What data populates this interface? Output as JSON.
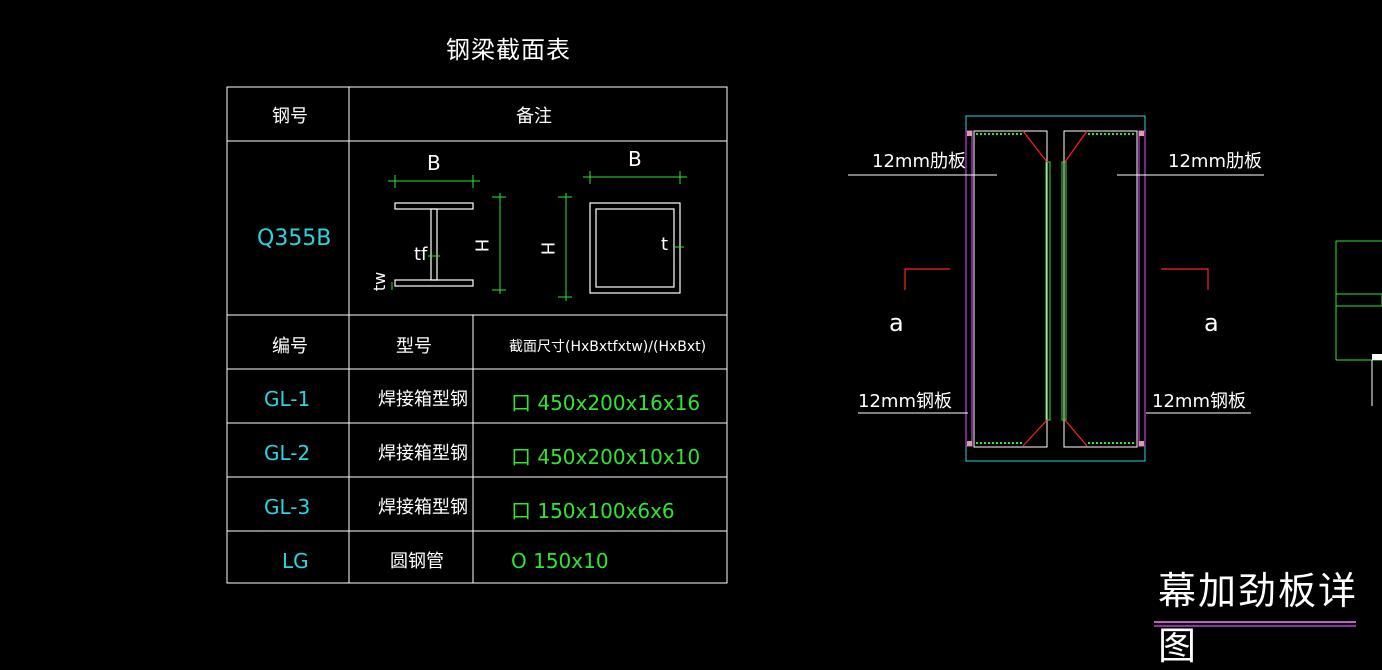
{
  "table": {
    "title": "钢梁截面表",
    "header": {
      "col_steel": "钢号",
      "col_note": "备注"
    },
    "steel_grade": "Q355B",
    "sketch_labels": {
      "B_left": "B",
      "B_right": "B",
      "H_left": "H",
      "H_right": "H",
      "tf": "tf",
      "tw": "tw",
      "t": "t"
    },
    "sub_header": {
      "col_no": "编号",
      "col_type": "型号",
      "col_size": "截面尺寸(HxBxtfxtw)/(HxBxt)"
    },
    "rows": [
      {
        "no": "GL-1",
        "type": "焊接箱型钢",
        "size": "口 450x200x16x16"
      },
      {
        "no": "GL-2",
        "type": "焊接箱型钢",
        "size": "口 450x200x10x10"
      },
      {
        "no": "GL-3",
        "type": "焊接箱型钢",
        "size": "口 150x100x6x6"
      },
      {
        "no": "LG",
        "type": "圆钢管",
        "size": "O 150x10"
      }
    ]
  },
  "detail": {
    "label_rib_left": "12mm肋板",
    "label_rib_right": "12mm肋板",
    "label_plate_left": "12mm钢板",
    "label_plate_right": "12mm钢板",
    "section_mark_left": "a",
    "section_mark_right": "a",
    "title": "幕加劲板详图"
  },
  "colors": {
    "background": "#000000",
    "line": "#ffffff",
    "cyan": "#2ad4e0",
    "green": "#2ee62e",
    "magenta": "#c040e0",
    "red": "#ff2020"
  }
}
